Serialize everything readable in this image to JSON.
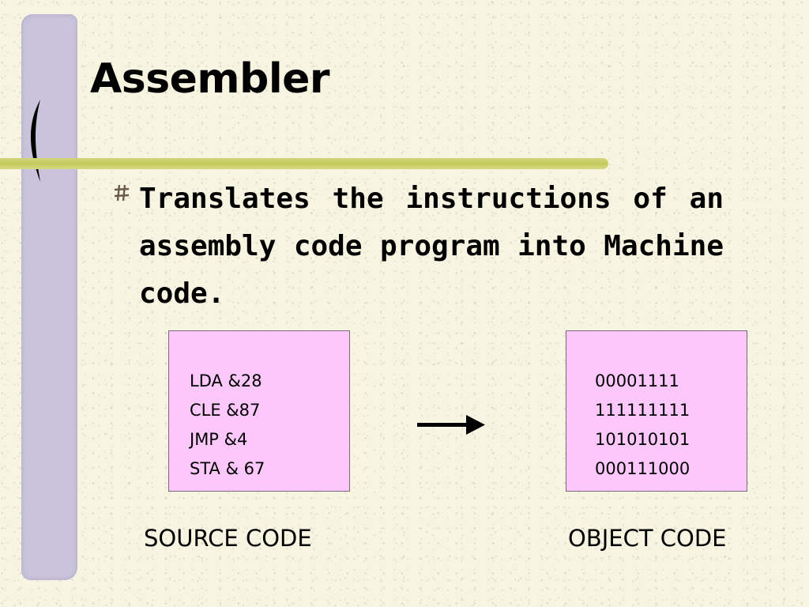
{
  "slide": {
    "title": "Assembler",
    "bullet": "Translates the instructions of an assembly code program into Machine code."
  },
  "source": {
    "lines": [
      "LDA &28",
      "CLE &87",
      "JMP &4",
      "STA & 67"
    ],
    "caption": "SOURCE CODE"
  },
  "object": {
    "lines": [
      "00001111",
      "111111111",
      "101010101",
      "000111000"
    ],
    "caption": "OBJECT CODE"
  },
  "theme": {
    "background": "#f7f4e1",
    "side_bar": "#c9c4dc",
    "title_rule": "#c6ca5c",
    "code_box": "#fcc8fb",
    "icons": [
      "bracket-icon",
      "bullet-icon",
      "right-arrow-icon"
    ]
  }
}
